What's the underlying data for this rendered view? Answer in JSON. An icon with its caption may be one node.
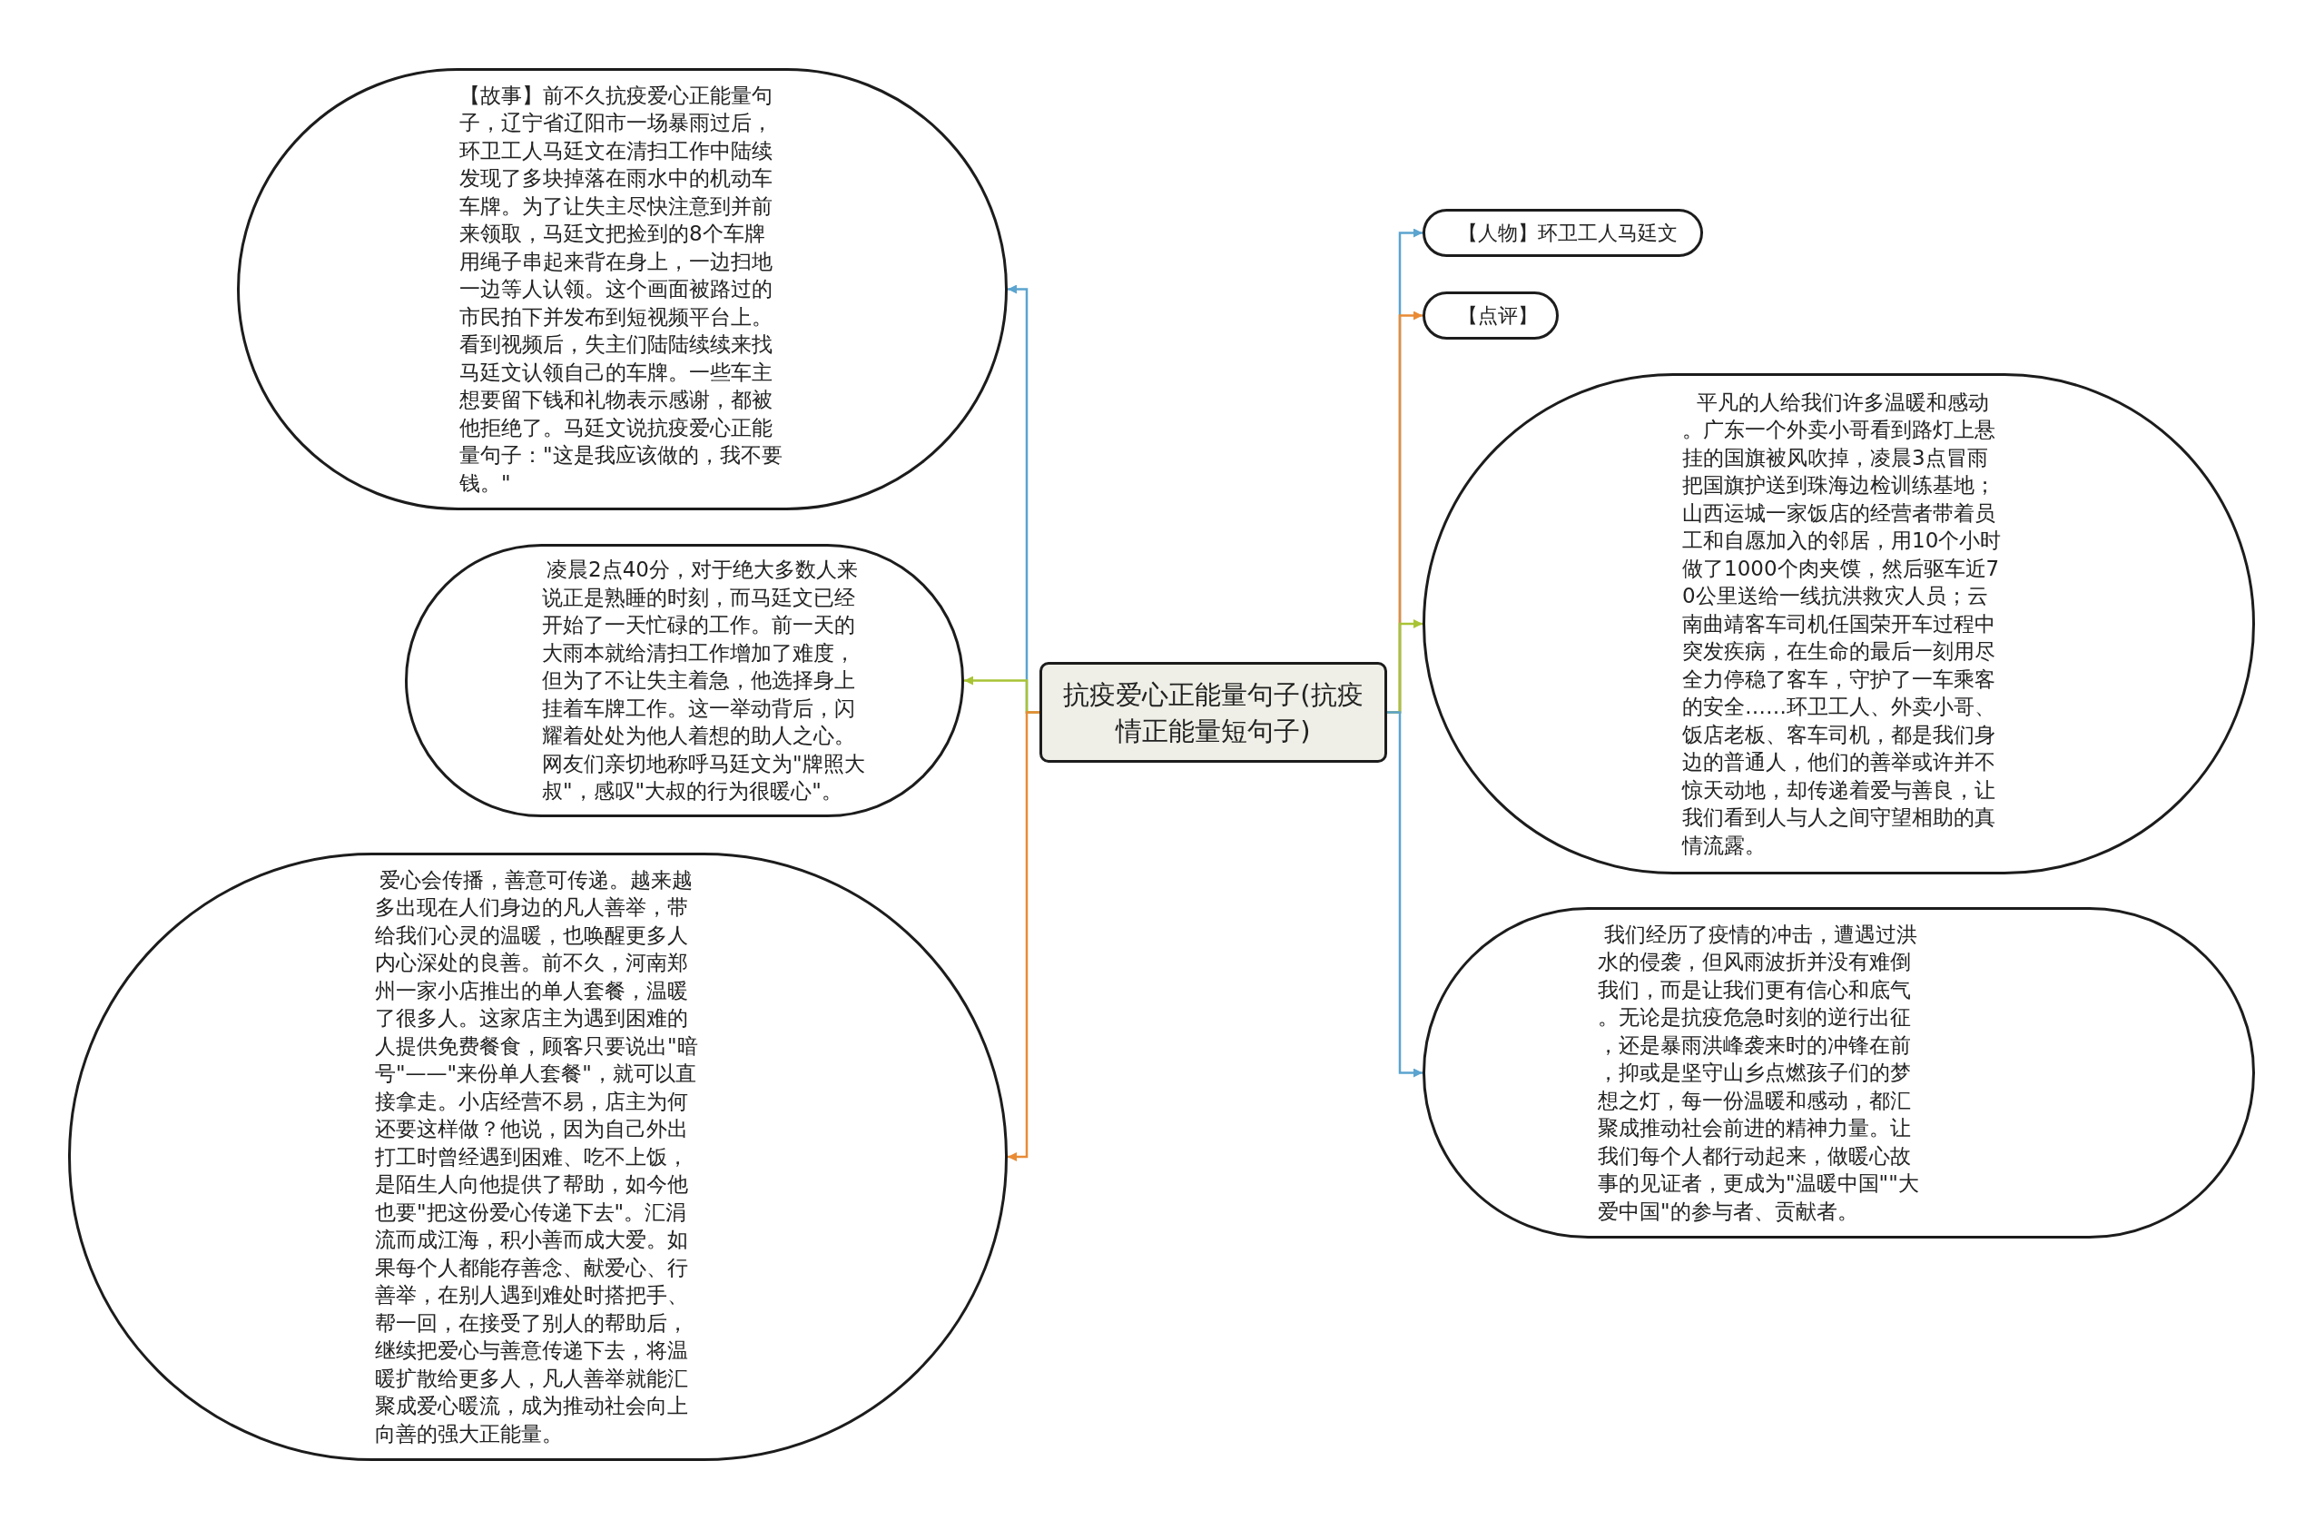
{
  "diagram": {
    "nodes": [
      {
        "text": [
          "抗疫爱心正能量句子(抗疫情正能量短句子)"
        ]
      },
      {
        "text": [
          "【故事】前不久抗疫爱心正能量句子，辽宁省辽阳市一场暴雨过后，环卫工人马廷文在清扫工作中陆续发现了多块掉落在雨水中的机动车车牌。为了让失主尽快注意到并前来领取，马廷文把捡到的8个车牌用绳子串起来背在身上，一边扫地一边等人认领。这个画面被路过的市民拍下并发布到短视频平台上。看到视频后，失主们陆陆续续来找马廷文认领自己的车牌。一些车主想要留下钱和礼物表示感谢，都被他拒绝了。马廷文说抗疫爱心正能量句子：\"这是我应该做的，我不要钱。\""
        ]
      },
      {
        "text": [
          "凌晨2点40分，对于绝大多数人来说正是熟睡的时刻，而马廷文已经开始了一天忙碌的工作。前一天的大雨本就给清扫工作增加了难度，但为了不让失主着急，他选择身上挂着车牌工作。这一举动背后，闪耀着处处为他人着想的助人之心。网友们亲切地称呼马廷文为\"牌照大叔\"，感叹\"大叔的行为很暖心\"。"
        ]
      },
      {
        "text": [
          "爱心会传播，善意可传递。越来越多出现在人们身边的凡人善举，带给我们心灵的温暖，也唤醒更多人内心深处的良善。前不久，河南郑州一家小店推出的单人套餐，温暖了很多人。这家店主为遇到困难的人提供免费餐食，顾客只要说出\"暗号\"——\"来份单人套餐\"，就可以直接拿走。小店经营不易，店主为何还要这样做？他说，因为自己外出打工时曾经遇到困难、吃不上饭，是陌生人向他提供了帮助，如今他也要\"把这份爱心传递下去\"。汇涓流而成江海，积小善而成大爱。如果每个人都能存善念、献爱心、行善举，在别人遇到难处时搭把手、帮一回，在接受了别人的帮助后，继续把爱心与善意传递下去，将温暖扩散给更多人，凡人善举就能汇聚成爱心暖流，成为推动社会向上向善的强大正能量。"
        ]
      },
      {
        "text": [
          "【人物】环卫工人马廷文"
        ]
      },
      {
        "text": [
          "【点评】"
        ]
      },
      {
        "text": [
          "平凡的人给我们许多温暖和感动。广东一个外卖小哥看到路灯上悬挂的国旗被风吹掉，凌晨3点冒雨把国旗护送到珠海边检训练基地；山西运城一家饭店的经营者带着员工和自愿加入的邻居，用10个小时做了1000个肉夹馍，然后驱车近70公里送给一线抗洪救灾人员；云南曲靖客车司机任国荣开车过程中突发疾病，在生命的最后一刻用尽全力停稳了客车，守护了一车乘客的安全……环卫工人、外卖小哥、饭店老板、客车司机，都是我们身边的普通人，他们的善举或许并不惊天动地，却传递着爱与善良，让我们看到人与人之间守望相助的真情流露。"
        ]
      },
      {
        "text": [
          "我们经历了疫情的冲击，遭遇过洪水的侵袭，但风雨波折并没有难倒我们，而是让我们更有信心和底气。无论是抗疫危急时刻的逆行出征，还是暴雨洪峰袭来时的冲锋在前，抑或是坚守山乡点燃孩子们的梦想之灯，每一份温暖和感动，都汇聚成推动社会前进的精神力量。让我们每个人都行动起来，做暖心故事的见证者，更成为\"温暖中国\"\"大爱中国\"的参与者、贡献者。"
        ]
      }
    ],
    "edges": [
      {
        "from": 0,
        "to": 1,
        "arrow": "to",
        "color": "#5ba4cf"
      },
      {
        "from": 0,
        "to": 2,
        "arrow": "to",
        "color": "#a8c334"
      },
      {
        "from": 0,
        "to": 3,
        "arrow": "to",
        "color": "#e98b35"
      },
      {
        "from": 0,
        "to": 4,
        "arrow": "to",
        "color": "#5ba4cf"
      },
      {
        "from": 0,
        "to": 5,
        "arrow": "to",
        "color": "#e98b35"
      },
      {
        "from": 0,
        "to": 6,
        "arrow": "to",
        "color": "#a8c334"
      },
      {
        "from": 0,
        "to": 7,
        "arrow": "to",
        "color": "#5ba4cf"
      }
    ]
  }
}
